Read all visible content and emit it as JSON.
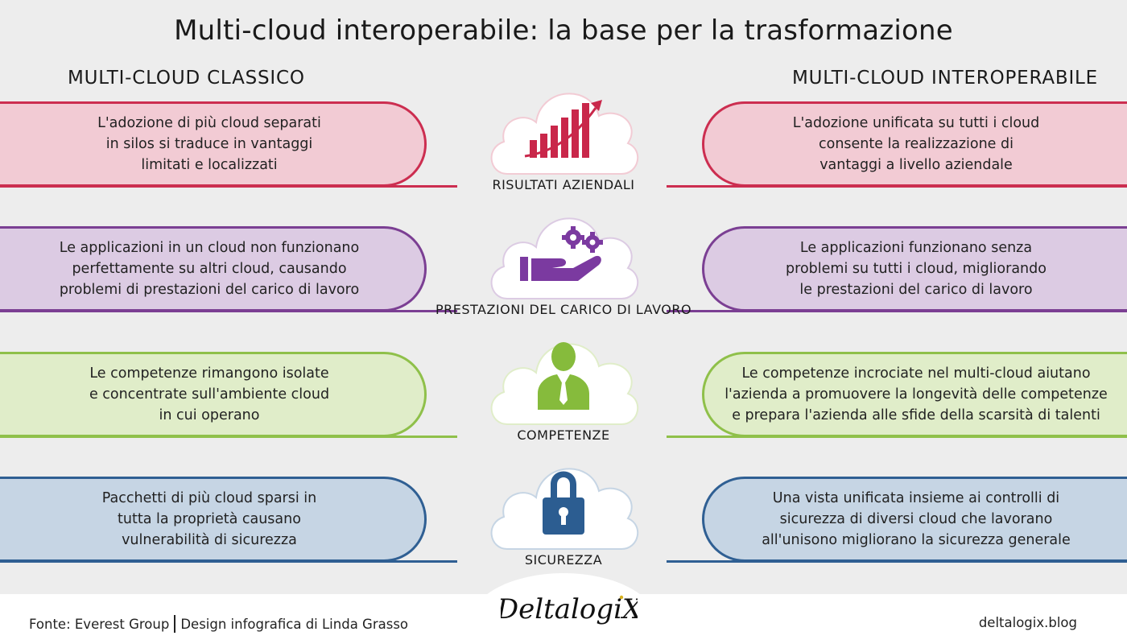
{
  "title": "Multi-cloud interoperabile: la base per la trasformazione",
  "columns": {
    "left": "MULTI-CLOUD CLASSICO",
    "right": "MULTI-CLOUD INTEROPERABILE"
  },
  "rows": [
    {
      "label": "RISULTATI AZIENDALI",
      "icon": "rising-bar-chart-icon",
      "left_text": "L'adozione di più cloud separati\nin silos si traduce in vantaggi\nlimitati e localizzati",
      "right_text": "L'adozione unificata su tutti i cloud\nconsente la realizzazione di\nvantaggi a livello aziendale",
      "fill": "#f2cbd4",
      "accent": "#cc2e50",
      "icon_color": "#c9274a"
    },
    {
      "label": "PRESTAZIONI DEL CARICO DI LAVORO",
      "icon": "hand-gears-icon",
      "left_text": "Le applicazioni in un cloud non funzionano\nperfettamente su altri cloud, causando\nproblemi di prestazioni del carico di lavoro",
      "right_text": "Le applicazioni funzionano senza\nproblemi su tutti i cloud, migliorando\nle prestazioni del carico di lavoro",
      "fill": "#dccbe3",
      "accent": "#7b3f93",
      "icon_color": "#7b3aa0"
    },
    {
      "label": "COMPETENZE",
      "icon": "businessman-icon",
      "left_text": "Le competenze rimangono isolate\ne concentrate sull'ambiente cloud\nin cui operano",
      "right_text": "Le competenze incrociate nel multi-cloud aiutano\nl'azienda a promuovere la longevità delle competenze\ne prepara l'azienda alle sfide della scarsità di talenti",
      "fill": "#e0edc9",
      "accent": "#8fc04a",
      "icon_color": "#86bb3c"
    },
    {
      "label": "SICUREZZA",
      "icon": "padlock-icon",
      "left_text": "Pacchetti di più cloud sparsi in\ntutta la proprietà causano\nvulnerabilità di sicurezza",
      "right_text": "Una vista unificata insieme ai controlli di\nsicurezza di diversi cloud che lavorano\nall'unisono migliorano la sicurezza generale",
      "fill": "#c6d5e4",
      "accent": "#2f5f93",
      "icon_color": "#2c5d91"
    }
  ],
  "footer": {
    "source": "Fonte: Everest Group",
    "design": "Design infografica di Linda Grasso",
    "brand": "DeltalogiX",
    "site": "deltalogix.blog"
  }
}
